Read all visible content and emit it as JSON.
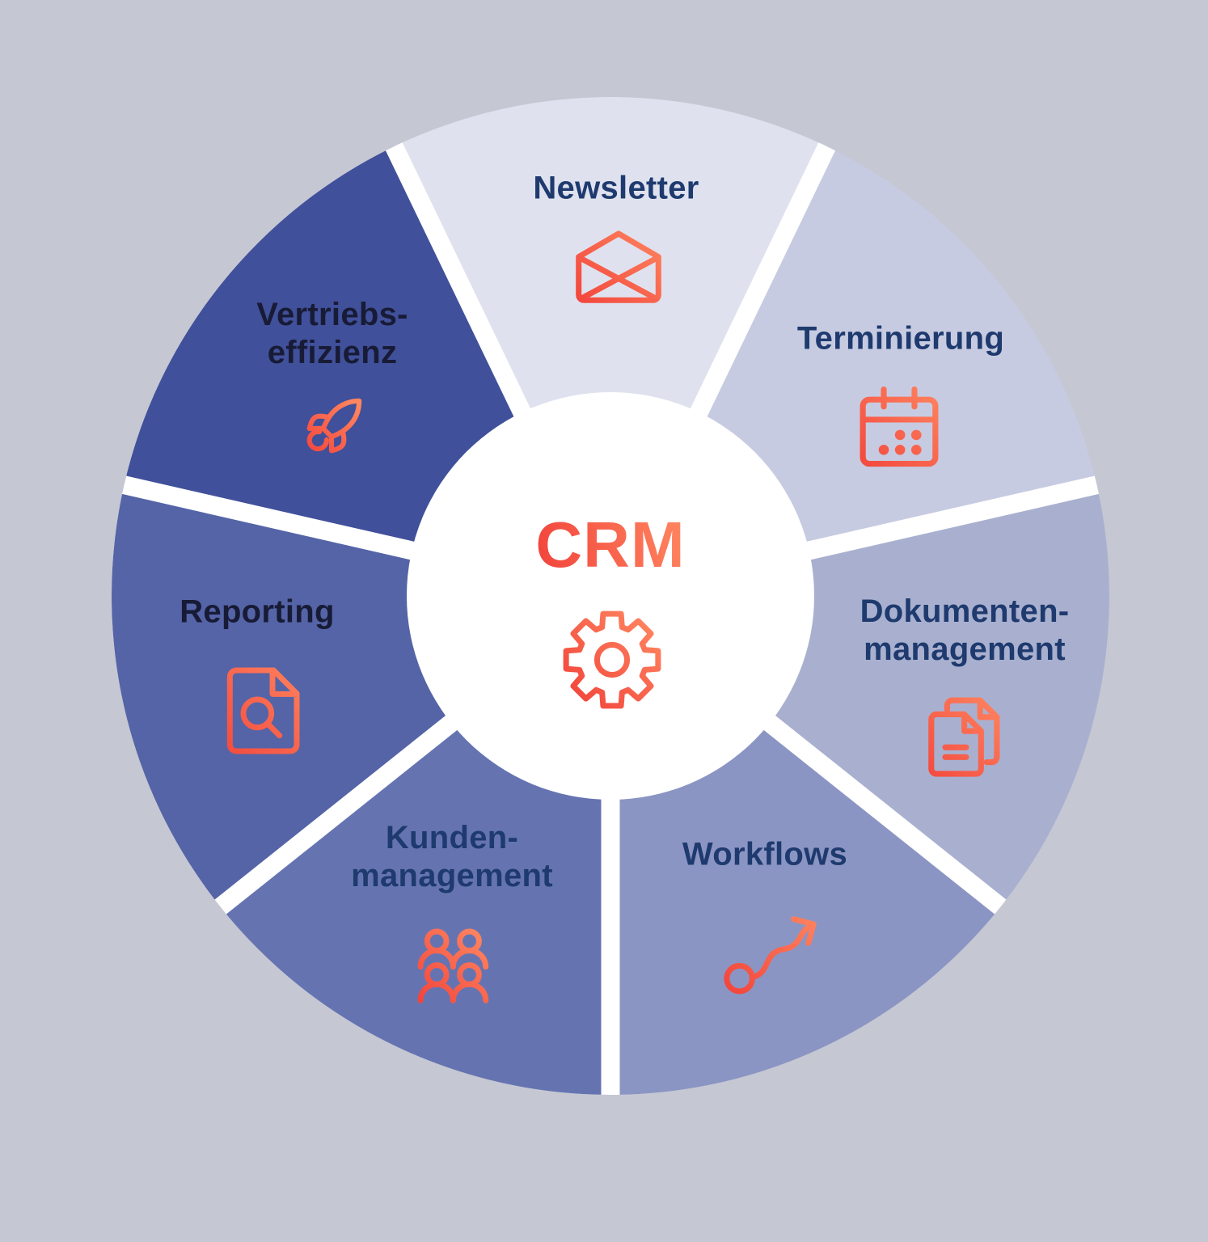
{
  "diagram": {
    "center_label": "CRM",
    "center_icon": "gear-icon"
  },
  "colors": {
    "background": "#c5c7d3",
    "center_circle": "#ffffff",
    "divider": "#ffffff",
    "icon_gradient_start": "#f2453c",
    "icon_gradient_end": "#ff8560",
    "label_navy": "#1e3a6e",
    "label_dark_navy": "#181b36"
  },
  "segments": [
    {
      "id": "newsletter",
      "label": "Newsletter",
      "icon": "mail-open-icon",
      "color": "#dfe2ee",
      "text_color": "navy"
    },
    {
      "id": "terminierung",
      "label": "Terminierung",
      "icon": "calendar-icon",
      "color": "#c7cbe1",
      "text_color": "navy"
    },
    {
      "id": "dokumentenmanagement",
      "label": "Dokumenten-\nmanagement",
      "icon": "documents-icon",
      "color": "#a9b0cf",
      "text_color": "navy"
    },
    {
      "id": "workflows",
      "label": "Workflows",
      "icon": "workflow-arrow-icon",
      "color": "#8b95c3",
      "text_color": "navy"
    },
    {
      "id": "kundenmanagement",
      "label": "Kunden-\nmanagement",
      "icon": "people-icon",
      "color": "#6574b1",
      "text_color": "navy"
    },
    {
      "id": "reporting",
      "label": "Reporting",
      "icon": "document-search-icon",
      "color": "#5464a6",
      "text_color": "dark"
    },
    {
      "id": "vertriebseffizienz",
      "label": "Vertriebs-\neffizienz",
      "icon": "rocket-icon",
      "color": "#40509a",
      "text_color": "dark"
    }
  ]
}
